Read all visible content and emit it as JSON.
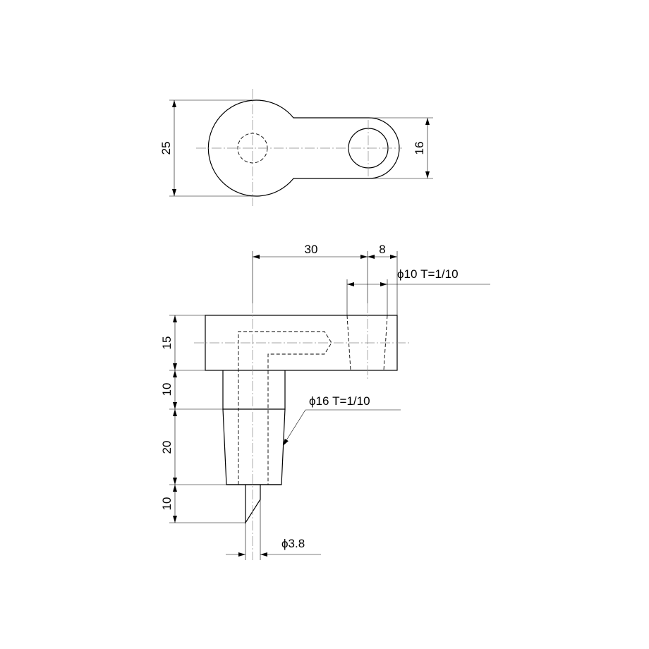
{
  "top_view": {
    "dim_height": "25",
    "dim_boss": "16"
  },
  "front_view": {
    "dim_length": "30",
    "dim_bore": "8",
    "note_bore": "ϕ10 T=1/10",
    "dim_head": "15",
    "dim_neck": "10",
    "dim_taper": "20",
    "dim_tip": "10",
    "note_taper": "ϕ16 T=1/10",
    "note_pin": "ϕ3.8"
  }
}
